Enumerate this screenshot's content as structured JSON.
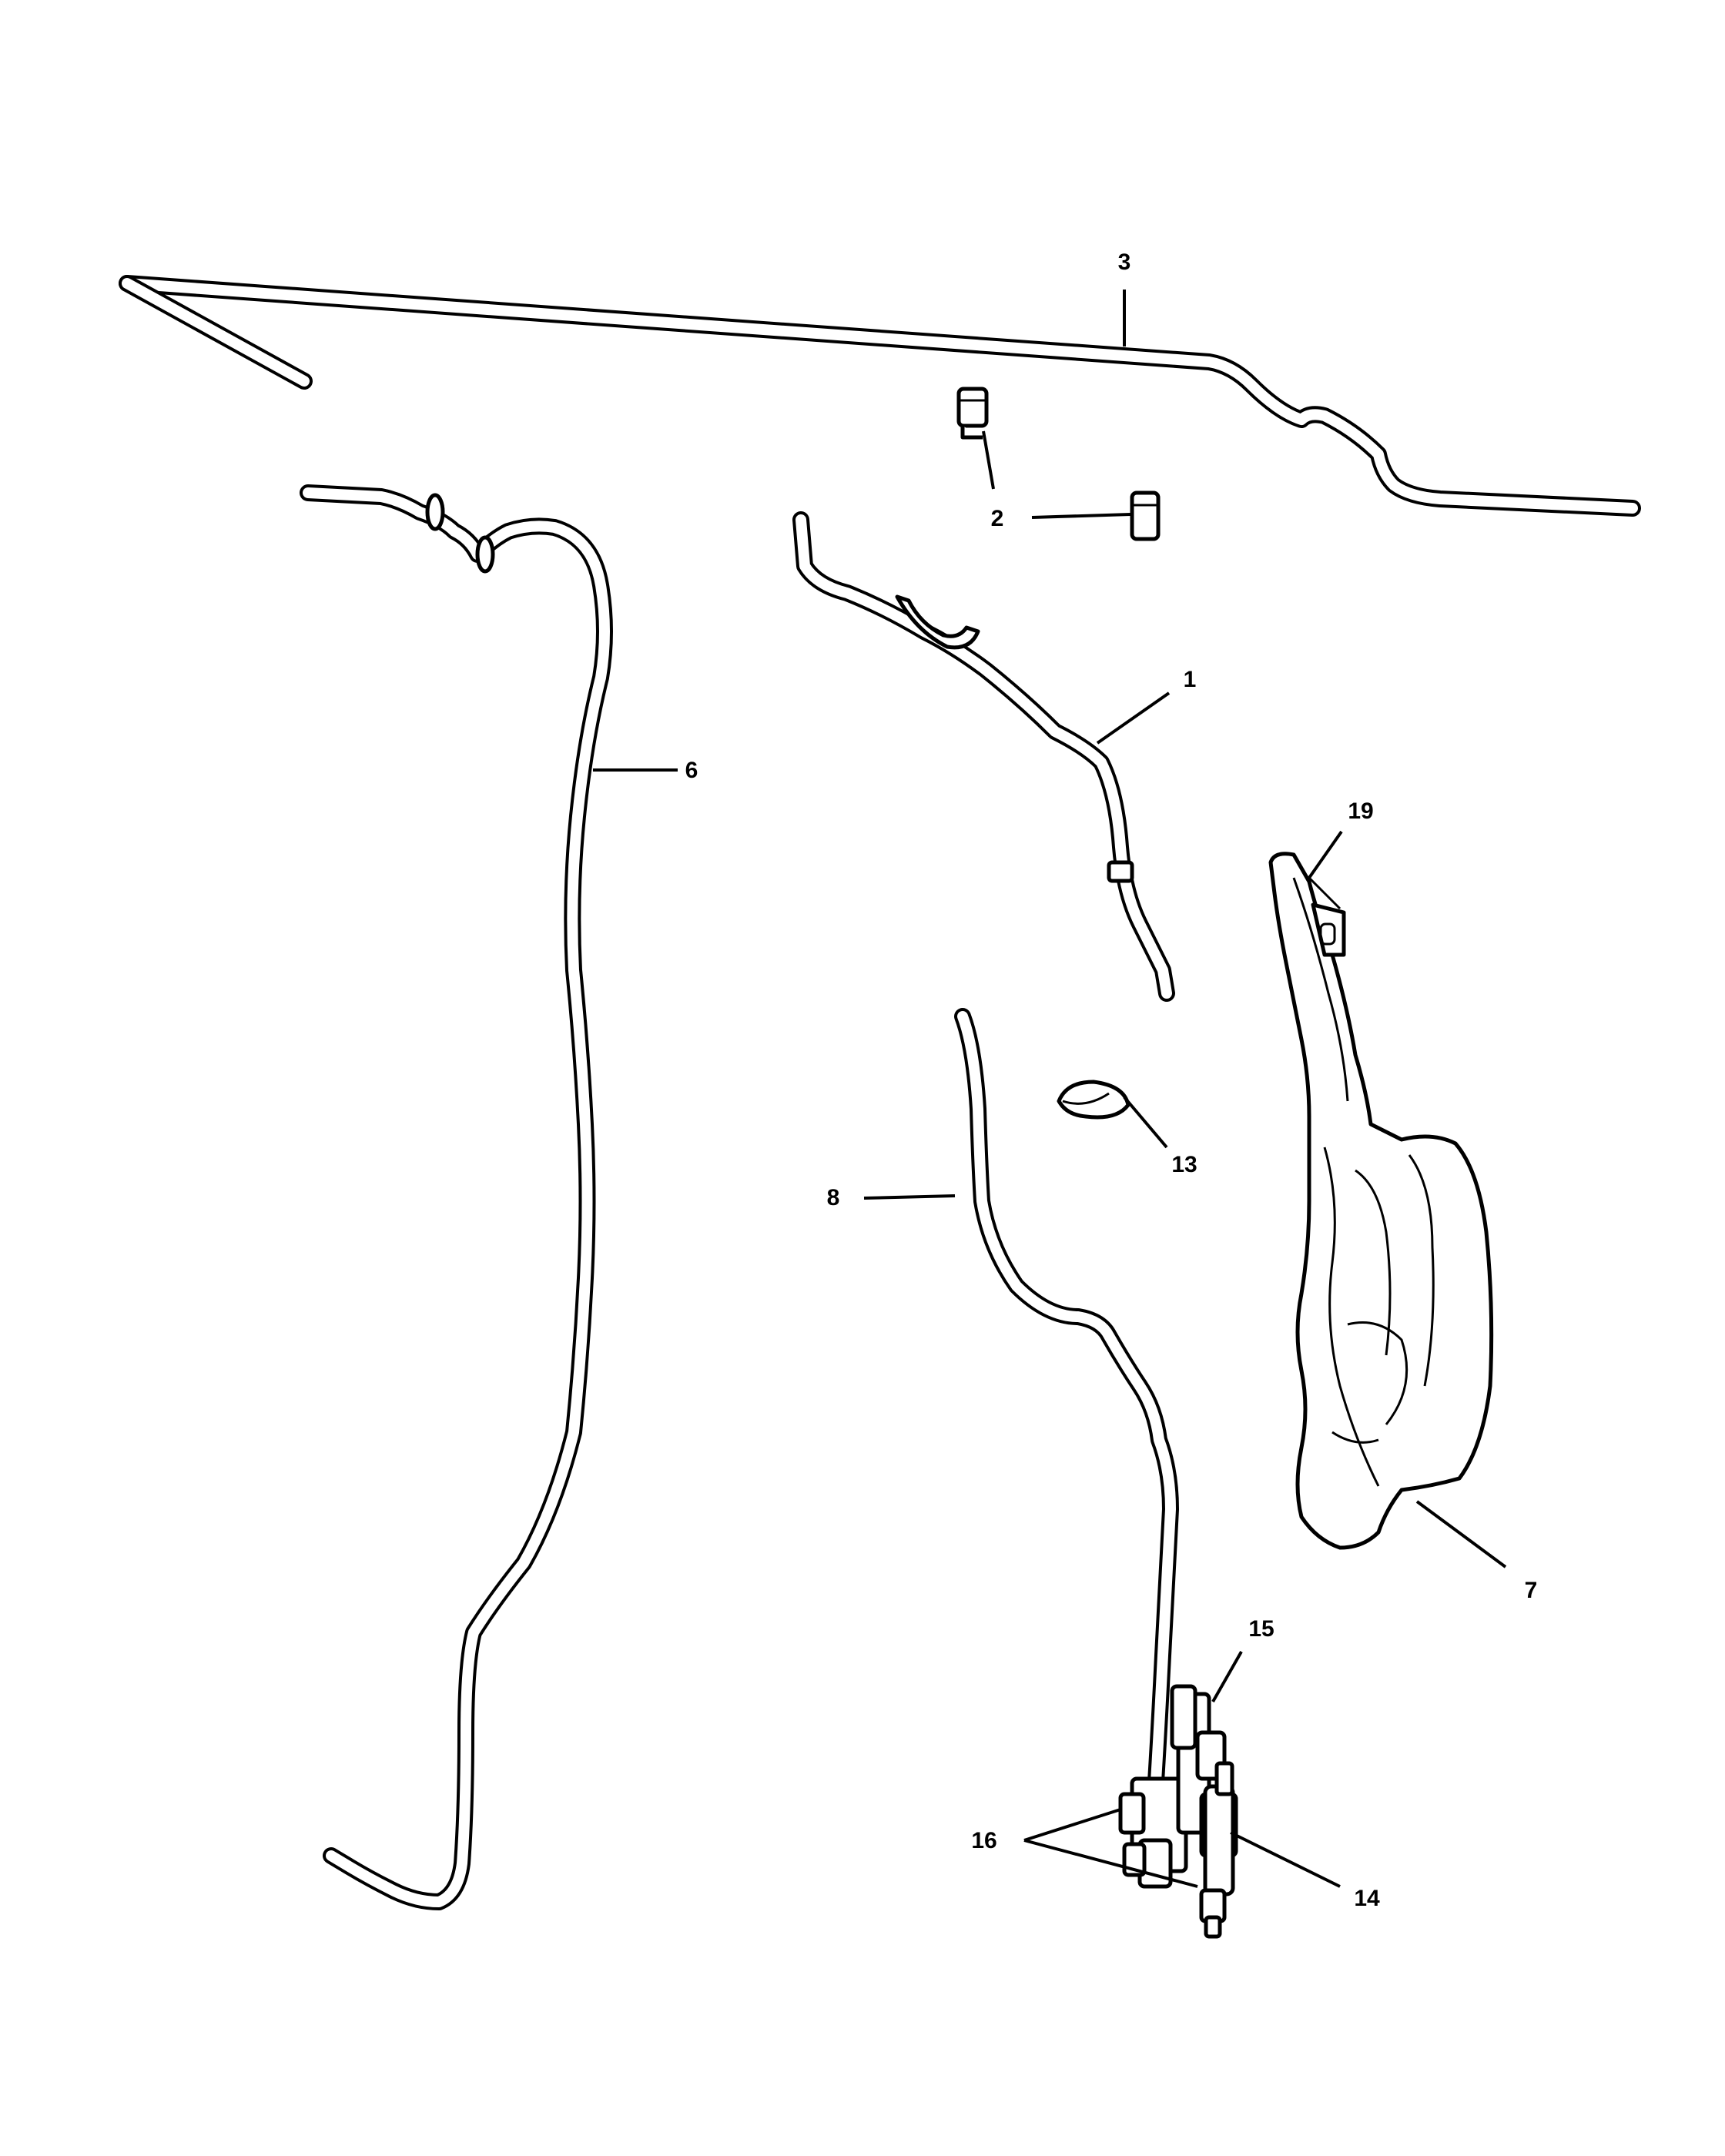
{
  "diagram": {
    "callouts": [
      {
        "id": "c1",
        "label": "1"
      },
      {
        "id": "c2",
        "label": "2"
      },
      {
        "id": "c3",
        "label": "3"
      },
      {
        "id": "c6",
        "label": "6"
      },
      {
        "id": "c7",
        "label": "7"
      },
      {
        "id": "c8",
        "label": "8"
      },
      {
        "id": "c13",
        "label": "13"
      },
      {
        "id": "c14",
        "label": "14"
      },
      {
        "id": "c15",
        "label": "15"
      },
      {
        "id": "c16",
        "label": "16"
      },
      {
        "id": "c19",
        "label": "19"
      }
    ]
  }
}
